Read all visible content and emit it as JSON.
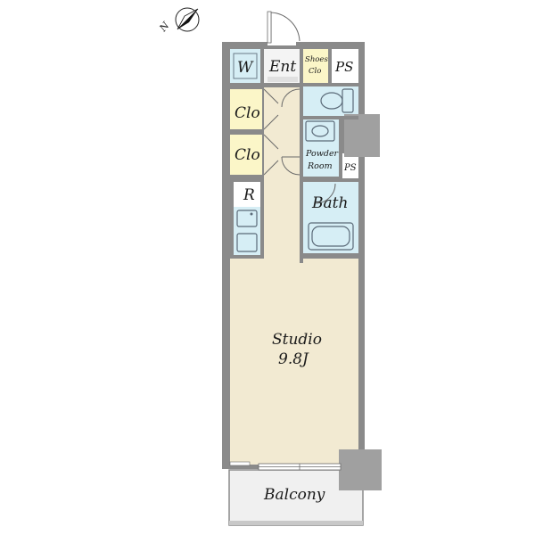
{
  "compass": {
    "north_label": "N",
    "icon": "compass-north-arrow-icon"
  },
  "rooms": {
    "washer": "W",
    "entrance": "Ent",
    "shoes_closet_1": "Shoes",
    "shoes_closet_2": "Clo",
    "pipe_space_top": "PS",
    "closet_upper": "Clo",
    "closet_lower": "Clo",
    "powder_room_1": "Powder",
    "powder_room_2": "Room",
    "pipe_space_mid": "PS",
    "refrigerator": "R",
    "bath": "Bath",
    "studio_name": "Studio",
    "studio_area": "9.8J",
    "balcony": "Balcony"
  },
  "colors": {
    "wall": "#8a8a8a",
    "floor_studio": "#f2ead2",
    "water_area": "#d6eef5",
    "closet": "#fbf6c8",
    "balcony": "#f0f0f0",
    "pillar": "#a0a0a0"
  }
}
